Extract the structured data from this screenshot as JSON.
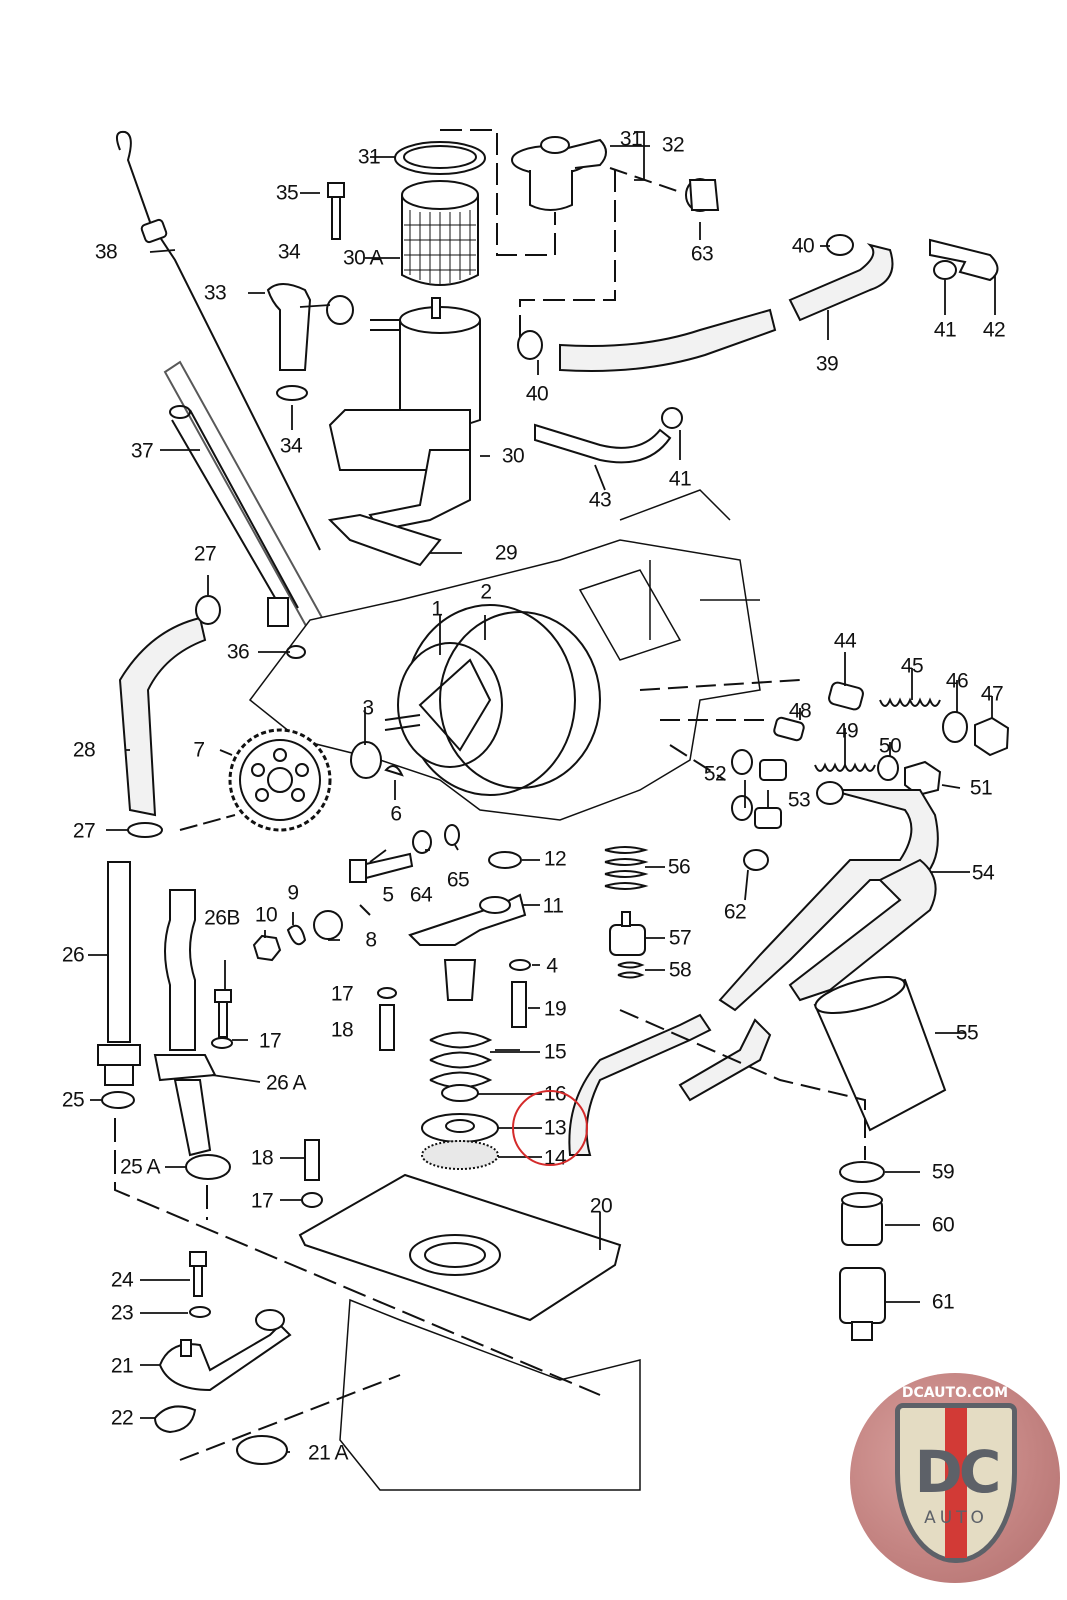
{
  "diagram": {
    "type": "exploded parts diagram - engine oil system",
    "highlight_color": "#d42a2a",
    "highlighted_part": "13",
    "labels": [
      {
        "id": "1",
        "text": "1"
      },
      {
        "id": "2",
        "text": "2"
      },
      {
        "id": "3",
        "text": "3"
      },
      {
        "id": "4",
        "text": "4"
      },
      {
        "id": "5",
        "text": "5"
      },
      {
        "id": "6",
        "text": "6"
      },
      {
        "id": "7",
        "text": "7"
      },
      {
        "id": "8",
        "text": "8"
      },
      {
        "id": "9",
        "text": "9"
      },
      {
        "id": "10",
        "text": "10"
      },
      {
        "id": "11",
        "text": "11"
      },
      {
        "id": "12",
        "text": "12"
      },
      {
        "id": "13",
        "text": "13"
      },
      {
        "id": "14",
        "text": "14"
      },
      {
        "id": "15",
        "text": "15"
      },
      {
        "id": "16",
        "text": "16"
      },
      {
        "id": "17a",
        "text": "17"
      },
      {
        "id": "17b",
        "text": "17"
      },
      {
        "id": "17c",
        "text": "17"
      },
      {
        "id": "18a",
        "text": "18"
      },
      {
        "id": "18b",
        "text": "18"
      },
      {
        "id": "19",
        "text": "19"
      },
      {
        "id": "20",
        "text": "20"
      },
      {
        "id": "21",
        "text": "21"
      },
      {
        "id": "21A",
        "text": "21 A"
      },
      {
        "id": "22",
        "text": "22"
      },
      {
        "id": "23",
        "text": "23"
      },
      {
        "id": "24",
        "text": "24"
      },
      {
        "id": "25",
        "text": "25"
      },
      {
        "id": "25A",
        "text": "25 A"
      },
      {
        "id": "26",
        "text": "26"
      },
      {
        "id": "26A",
        "text": "26 A"
      },
      {
        "id": "26B",
        "text": "26B"
      },
      {
        "id": "27a",
        "text": "27"
      },
      {
        "id": "27b",
        "text": "27"
      },
      {
        "id": "28",
        "text": "28"
      },
      {
        "id": "29",
        "text": "29"
      },
      {
        "id": "30",
        "text": "30"
      },
      {
        "id": "30A",
        "text": "30 A"
      },
      {
        "id": "31a",
        "text": "31"
      },
      {
        "id": "31b",
        "text": "31"
      },
      {
        "id": "32",
        "text": "32"
      },
      {
        "id": "33",
        "text": "33"
      },
      {
        "id": "34a",
        "text": "34"
      },
      {
        "id": "34b",
        "text": "34"
      },
      {
        "id": "35",
        "text": "35"
      },
      {
        "id": "36",
        "text": "36"
      },
      {
        "id": "37",
        "text": "37"
      },
      {
        "id": "38",
        "text": "38"
      },
      {
        "id": "39",
        "text": "39"
      },
      {
        "id": "40a",
        "text": "40"
      },
      {
        "id": "40b",
        "text": "40"
      },
      {
        "id": "41a",
        "text": "41"
      },
      {
        "id": "41b",
        "text": "41"
      },
      {
        "id": "42",
        "text": "42"
      },
      {
        "id": "43",
        "text": "43"
      },
      {
        "id": "44",
        "text": "44"
      },
      {
        "id": "45",
        "text": "45"
      },
      {
        "id": "46",
        "text": "46"
      },
      {
        "id": "47",
        "text": "47"
      },
      {
        "id": "48",
        "text": "48"
      },
      {
        "id": "49",
        "text": "49"
      },
      {
        "id": "50",
        "text": "50"
      },
      {
        "id": "51",
        "text": "51"
      },
      {
        "id": "52",
        "text": "52"
      },
      {
        "id": "53",
        "text": "53"
      },
      {
        "id": "54",
        "text": "54"
      },
      {
        "id": "55",
        "text": "55"
      },
      {
        "id": "56",
        "text": "56"
      },
      {
        "id": "57",
        "text": "57"
      },
      {
        "id": "58",
        "text": "58"
      },
      {
        "id": "59",
        "text": "59"
      },
      {
        "id": "60",
        "text": "60"
      },
      {
        "id": "61",
        "text": "61"
      },
      {
        "id": "62",
        "text": "62"
      },
      {
        "id": "63",
        "text": "63"
      },
      {
        "id": "64",
        "text": "64"
      },
      {
        "id": "65",
        "text": "65"
      }
    ]
  },
  "logo": {
    "url_text": "DCAUTO.COM",
    "mark": "DC",
    "sub": "AUTO",
    "colors": {
      "bg": "#c48482",
      "shield": "#e4dcc3",
      "outline": "#5d6168",
      "stripe": "#d23a36"
    }
  }
}
